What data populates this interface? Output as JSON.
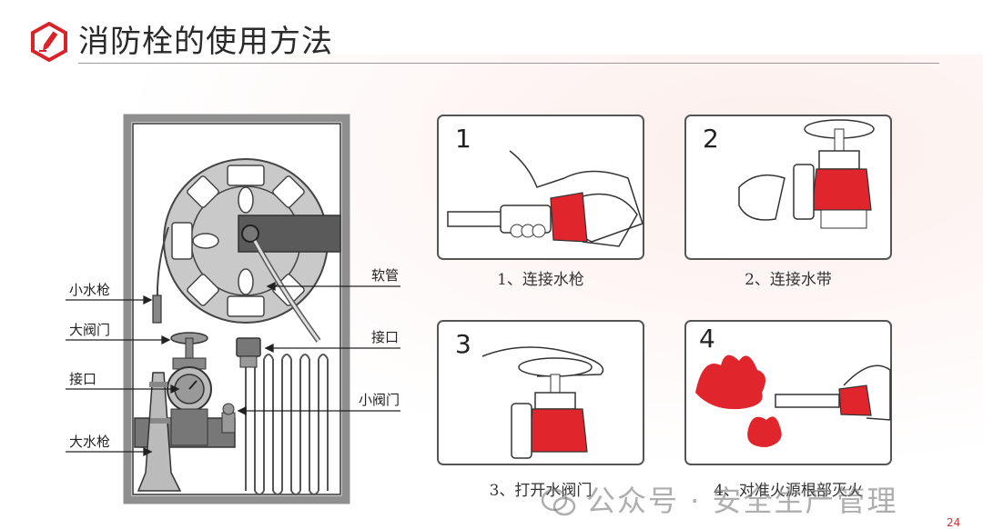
{
  "slide": {
    "title": "消防栓的使用方法",
    "icon": "pencil-icon",
    "accent_color": "#d8232a"
  },
  "diagram": {
    "labels": {
      "small_nozzle": "小水枪",
      "big_valve": "大阀门",
      "connector_left": "接口",
      "big_nozzle": "大水枪",
      "hose": "软管",
      "connector_right": "接口",
      "small_valve": "小阀门"
    }
  },
  "steps": [
    {
      "number": "1",
      "caption": "1、连接水枪"
    },
    {
      "number": "2",
      "caption": "2、连接水带"
    },
    {
      "number": "3",
      "caption": "3、打开水阀门"
    },
    {
      "number": "4",
      "caption": "4、对准火源根部灭火"
    }
  ],
  "watermark": {
    "text": "公众号 · 安全生产管理",
    "icon": "wechat-icon"
  },
  "page": {
    "number": "24"
  }
}
